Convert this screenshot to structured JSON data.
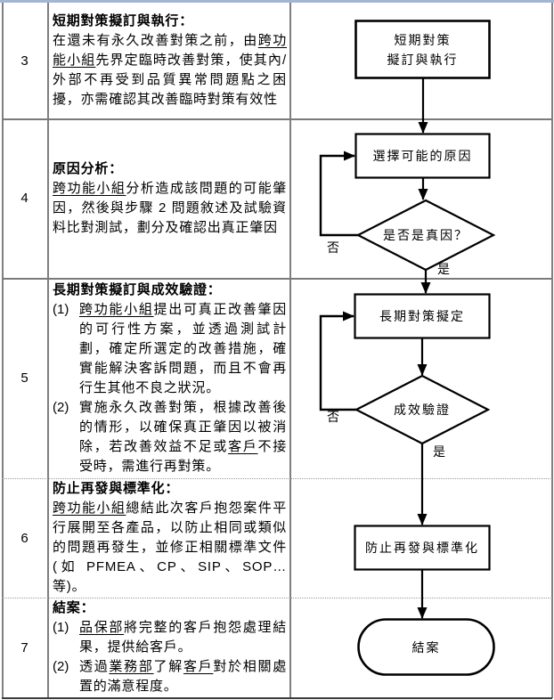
{
  "table": {
    "rows": [
      {
        "num": "3",
        "title": "短期對策擬訂與執行：",
        "body": [
          {
            "t": "在還未有永久改善對策之前，由"
          },
          {
            "t": "跨功能小組",
            "u": true
          },
          {
            "t": "先界定臨時改善對策，使其內/外部不再受到品質異常問題點之困擾，亦需確認其改善臨時對策有效性"
          }
        ]
      },
      {
        "num": "4",
        "title": "原因分析：",
        "body": [
          {
            "t": "跨功能小組",
            "u": true
          },
          {
            "t": "分析造成該問題的可能肇因，然後與步驟 2 問題敘述及試驗資料比對測試，劃分及確認出真正肇因"
          }
        ]
      },
      {
        "num": "5",
        "title": "長期對策擬訂與成效驗證：",
        "items": [
          {
            "label": "(1)",
            "segs": [
              {
                "t": "跨功能小組",
                "u": true
              },
              {
                "t": "提出可真正改善肇因的可行性方案，並透過測試計劃，確定所選定的改善措施，確實能解決客訴問題，而且不會再行生其他不良之狀況。"
              }
            ]
          },
          {
            "label": "(2)",
            "segs": [
              {
                "t": "實施永久改善對策，根據改善後的情形，以確保真正肇因以被消除，若改善效益不足或"
              },
              {
                "t": "客戶",
                "u": true
              },
              {
                "t": "不接受時，需進行再對策。"
              }
            ]
          }
        ]
      },
      {
        "num": "6",
        "title": "防止再發與標準化：",
        "body": [
          {
            "t": "跨功能小組",
            "u": true
          },
          {
            "t": "總結此次客戶抱怨案件平行展開至各產品，以防止相同或類似的問題再發生，並修正相關標準文件(如 PFMEA、CP、SIP、SOP…等)。"
          }
        ]
      },
      {
        "num": "7",
        "title": "結案：",
        "items": [
          {
            "label": "(1)",
            "segs": [
              {
                "t": "品保部",
                "u": true
              },
              {
                "t": "將完整的客戶抱怨處理結果，提供給客戶。"
              }
            ]
          },
          {
            "label": "(2)",
            "segs": [
              {
                "t": "透過"
              },
              {
                "t": "業務部",
                "u": true
              },
              {
                "t": "了解"
              },
              {
                "t": "客戶",
                "u": true
              },
              {
                "t": "對於相關處置的滿意程度。"
              }
            ]
          }
        ]
      }
    ]
  },
  "flowchart": {
    "nodes": {
      "short_term": "短期對策\n擬訂與執行",
      "select_cause": "選擇可能的原因",
      "is_true_cause": "是否是真因？",
      "long_term": "長期對策擬定",
      "verify_effect": "成效驗證",
      "prevent_recur": "防止再發與標準化",
      "close_case": "結案"
    },
    "edge_labels": {
      "yes": "是",
      "no": "否"
    }
  },
  "colors": {
    "top_border": "#9fb6d9",
    "grid_line": "#7a7a7a",
    "flow_stroke": "#000000"
  }
}
